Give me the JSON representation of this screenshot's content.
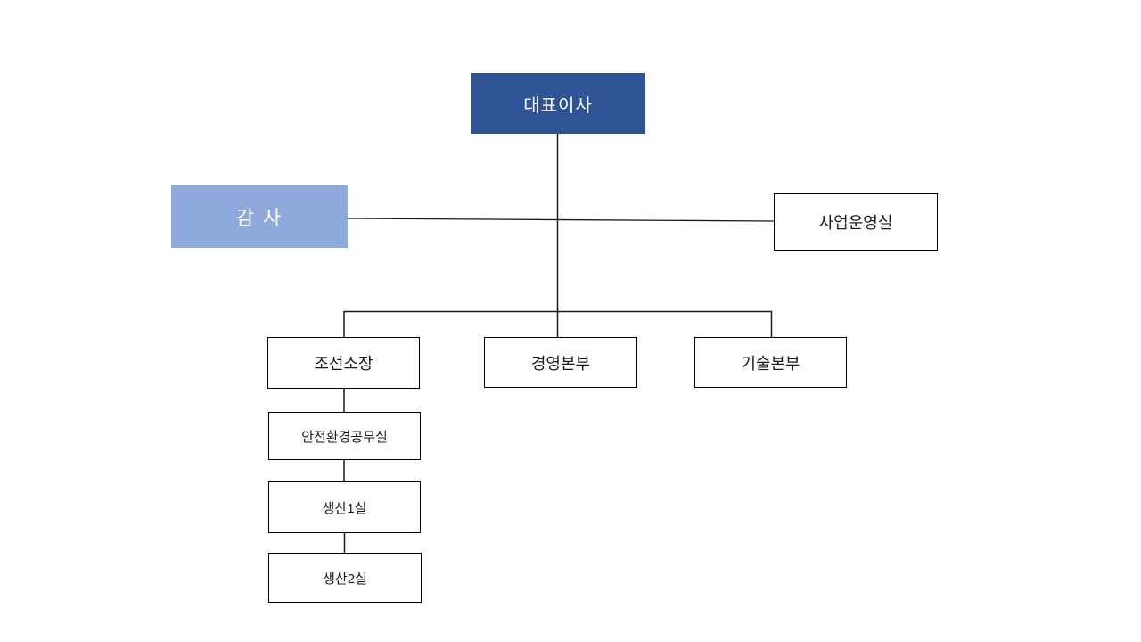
{
  "diagram": {
    "type": "org-chart",
    "language": "ko",
    "colors": {
      "ceo_fill": "#2F5496",
      "auditor_fill": "#8EA9DB",
      "box_border": "#000000",
      "connector_line": "#1a1a1a",
      "background": "#ffffff",
      "filled_text": "#ffffff",
      "outlined_text": "#1a1a1a"
    },
    "nodes": [
      {
        "id": "ceo",
        "label": "대표이사",
        "style": "filled-dark"
      },
      {
        "id": "auditor",
        "label": "감 사",
        "style": "filled-light"
      },
      {
        "id": "bizops",
        "label": "사업운영실",
        "style": "outlined"
      },
      {
        "id": "shipyard",
        "label": "조선소장",
        "style": "outlined"
      },
      {
        "id": "mgmt",
        "label": "경영본부",
        "style": "outlined"
      },
      {
        "id": "tech",
        "label": "기술본부",
        "style": "outlined"
      },
      {
        "id": "safety",
        "label": "안전환경공무실",
        "style": "outlined"
      },
      {
        "id": "prod1",
        "label": "생산1실",
        "style": "outlined"
      },
      {
        "id": "prod2",
        "label": "생산2실",
        "style": "outlined"
      }
    ],
    "edges": [
      {
        "from": "ceo",
        "to": "shipyard"
      },
      {
        "from": "ceo",
        "to": "mgmt"
      },
      {
        "from": "ceo",
        "to": "tech"
      },
      {
        "from": "auditor",
        "to": "bizops"
      },
      {
        "from": "shipyard",
        "to": "safety"
      },
      {
        "from": "safety",
        "to": "prod1"
      },
      {
        "from": "prod1",
        "to": "prod2"
      }
    ]
  }
}
